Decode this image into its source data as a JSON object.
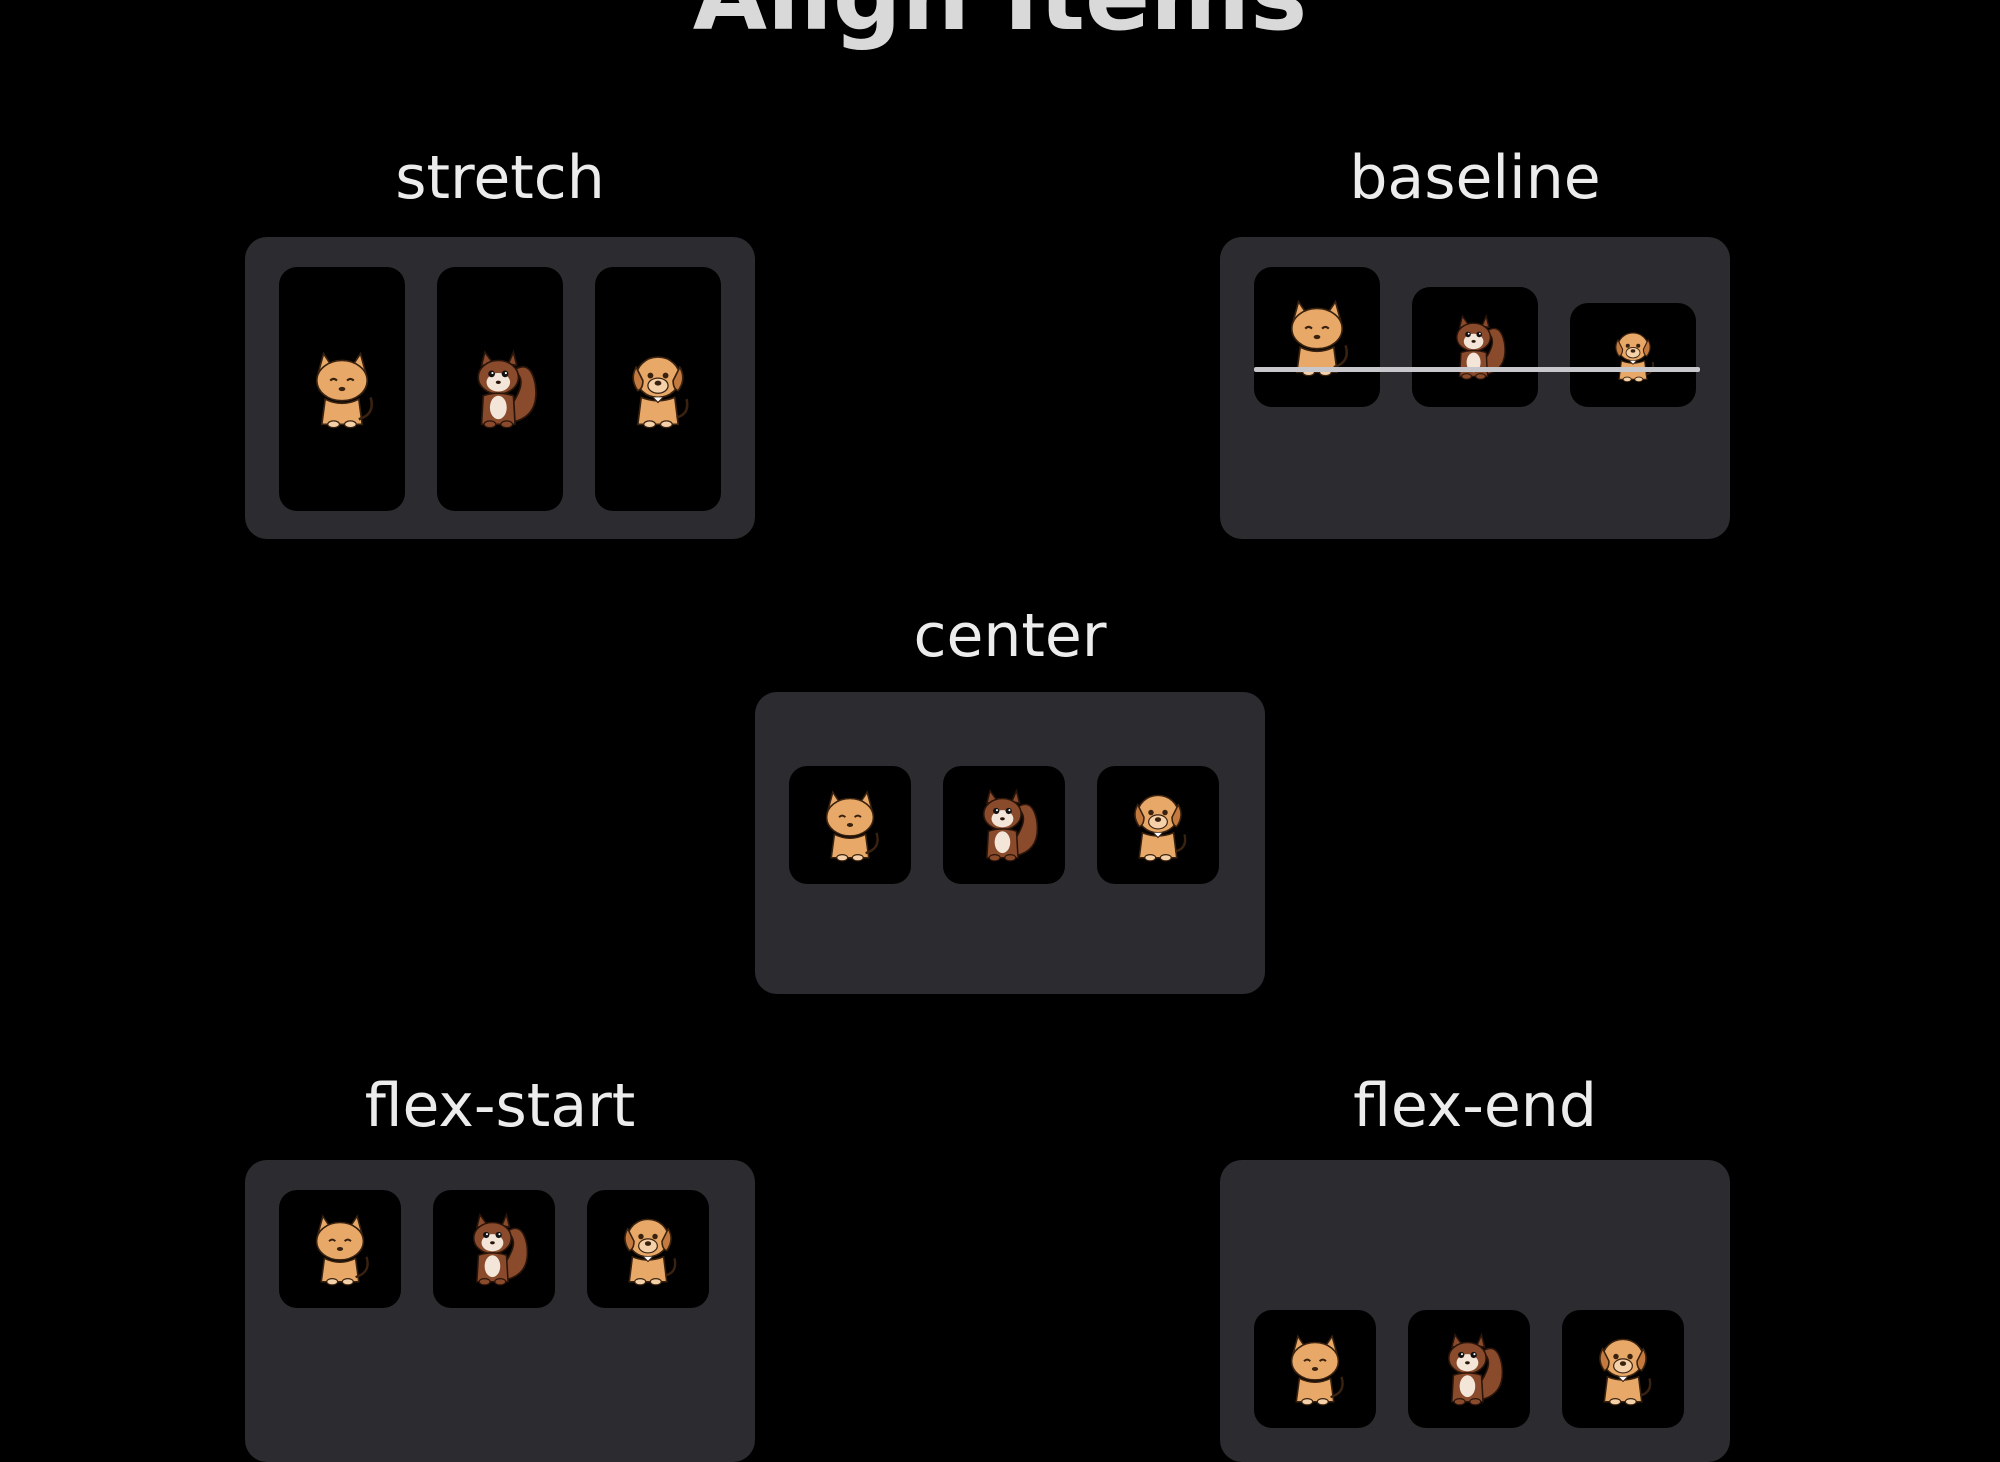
{
  "title": "Align Items",
  "demos": {
    "stretch": {
      "label": "stretch"
    },
    "baseline": {
      "label": "baseline"
    },
    "center": {
      "label": "center"
    },
    "flex_start": {
      "label": "flex-start"
    },
    "flex_end": {
      "label": "flex-end"
    }
  },
  "items": [
    "cat",
    "squirrel",
    "dog"
  ],
  "colors": {
    "background": "#000000",
    "container": "#2b2b30",
    "item": "#000000",
    "animal_light": "#e8a968",
    "animal_dark": "#8a4a2c",
    "text": "#ececec"
  }
}
